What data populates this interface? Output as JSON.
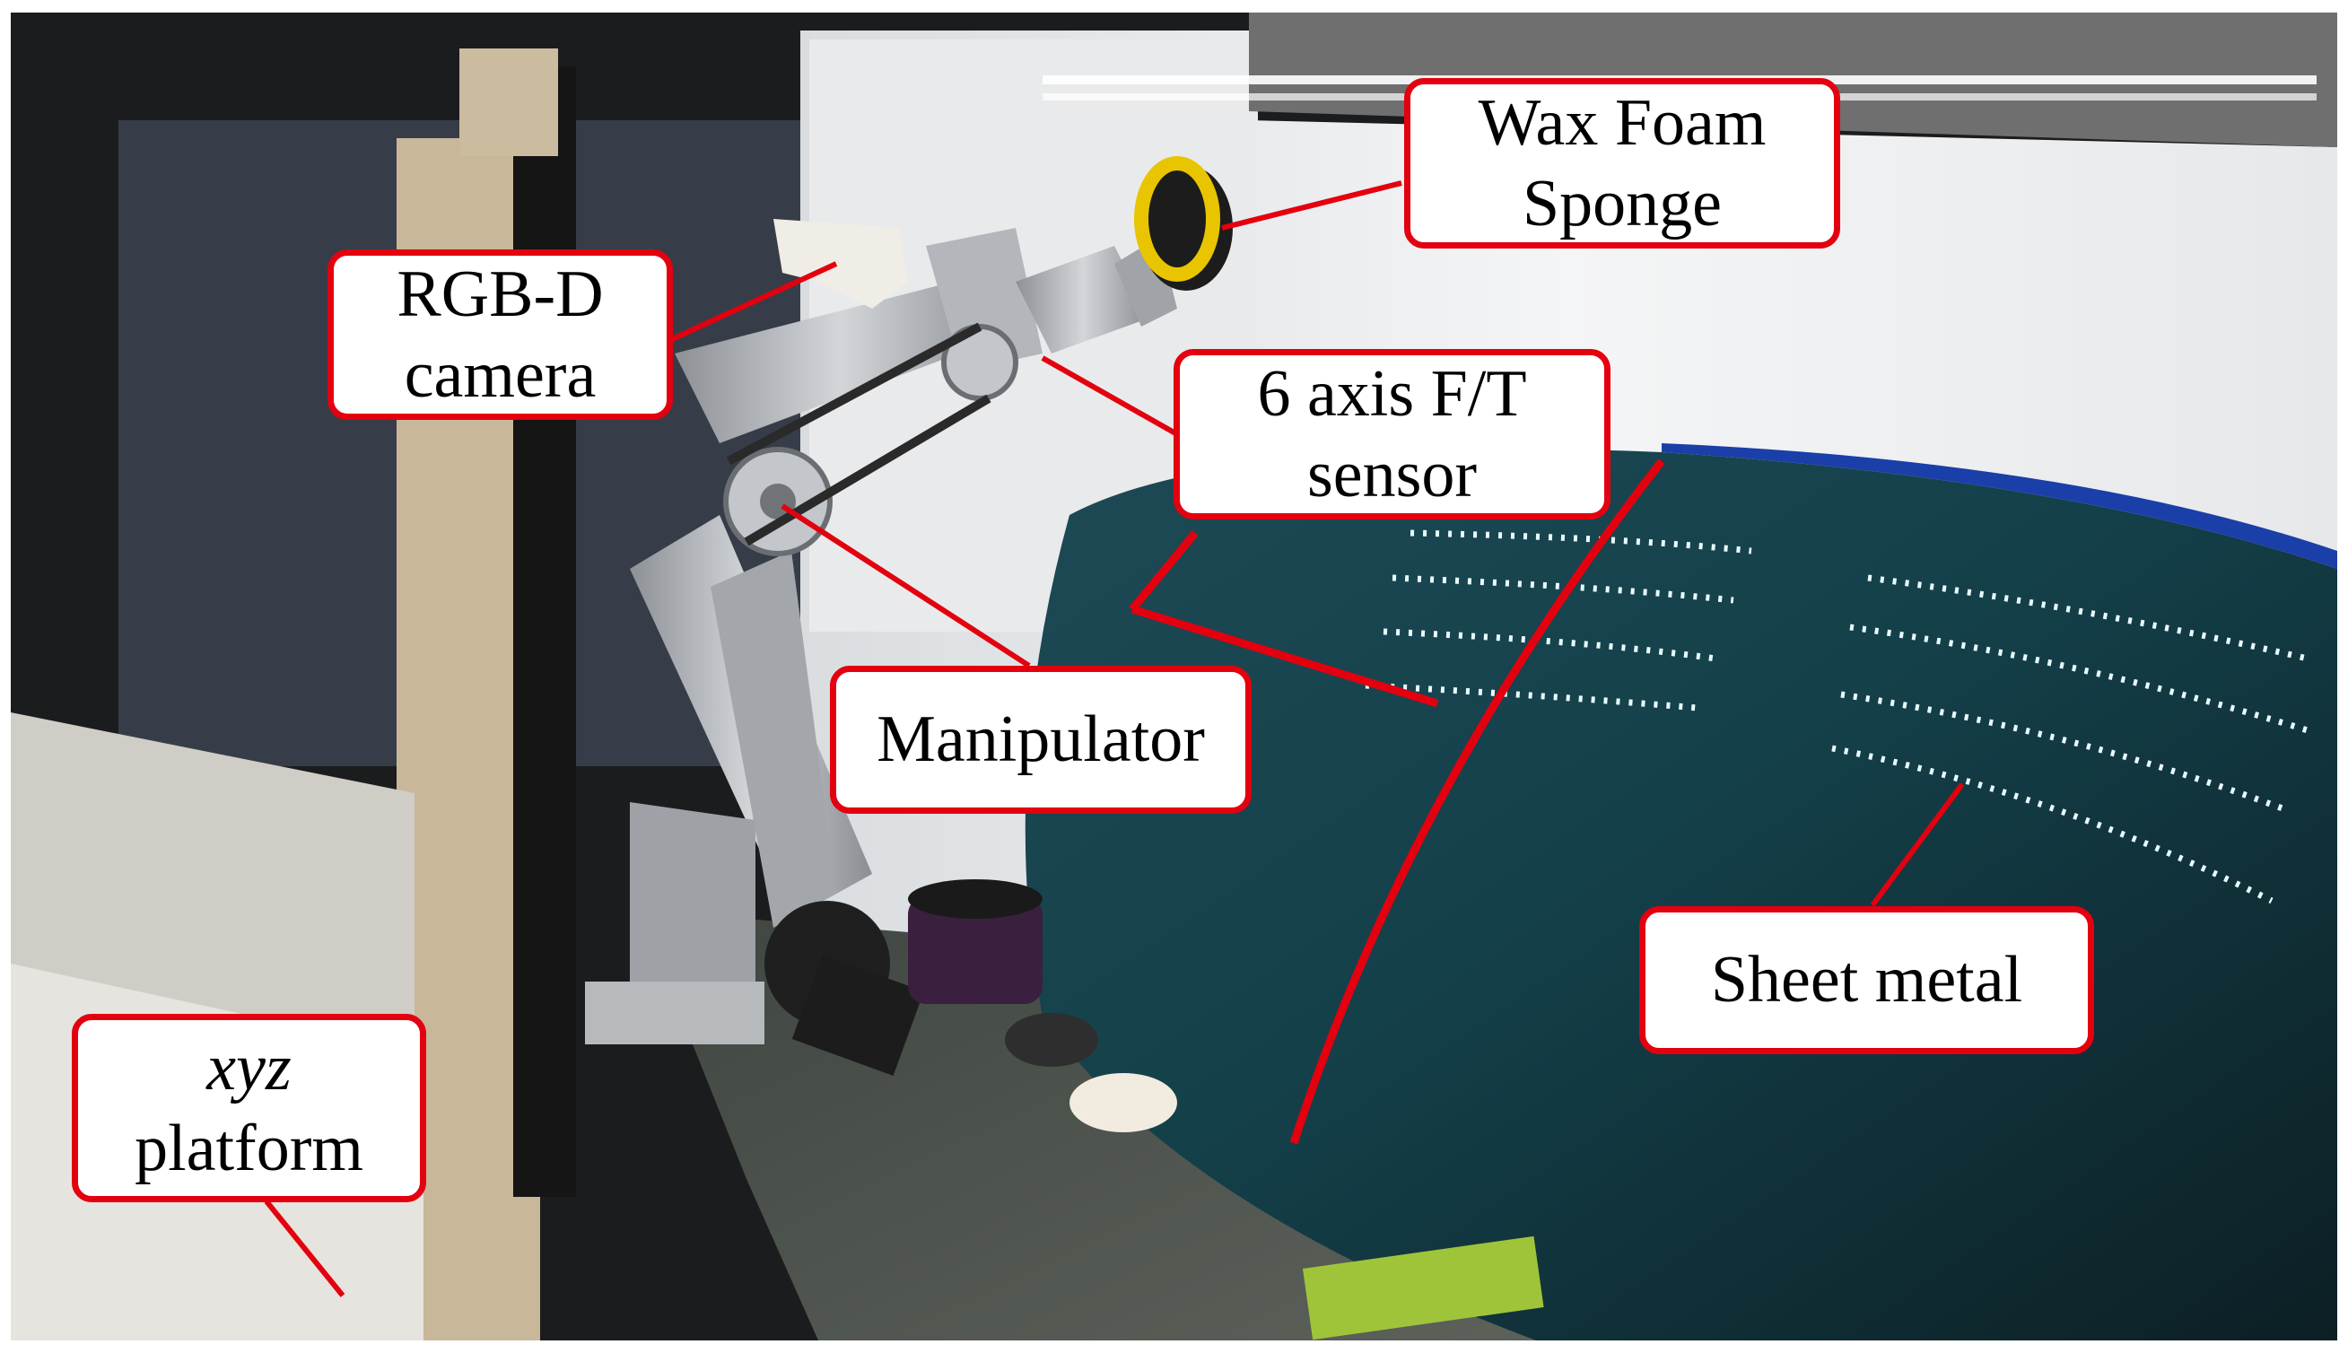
{
  "figure": {
    "labels": {
      "wax_foam_sponge": "Wax Foam\nSponge",
      "rgbd_camera": "RGB-D\ncamera",
      "ft_sensor": "6 axis F/T\nsensor",
      "manipulator": "Manipulator",
      "sheet_metal": "Sheet metal",
      "xyz_platform_italic": "xyz",
      "xyz_platform_rest": "platform"
    },
    "colors": {
      "callout_border": "#e3000f",
      "leader_line": "#e3000f",
      "sheet_metal": "#123a44",
      "aluminum": "#b9bcc0"
    }
  }
}
